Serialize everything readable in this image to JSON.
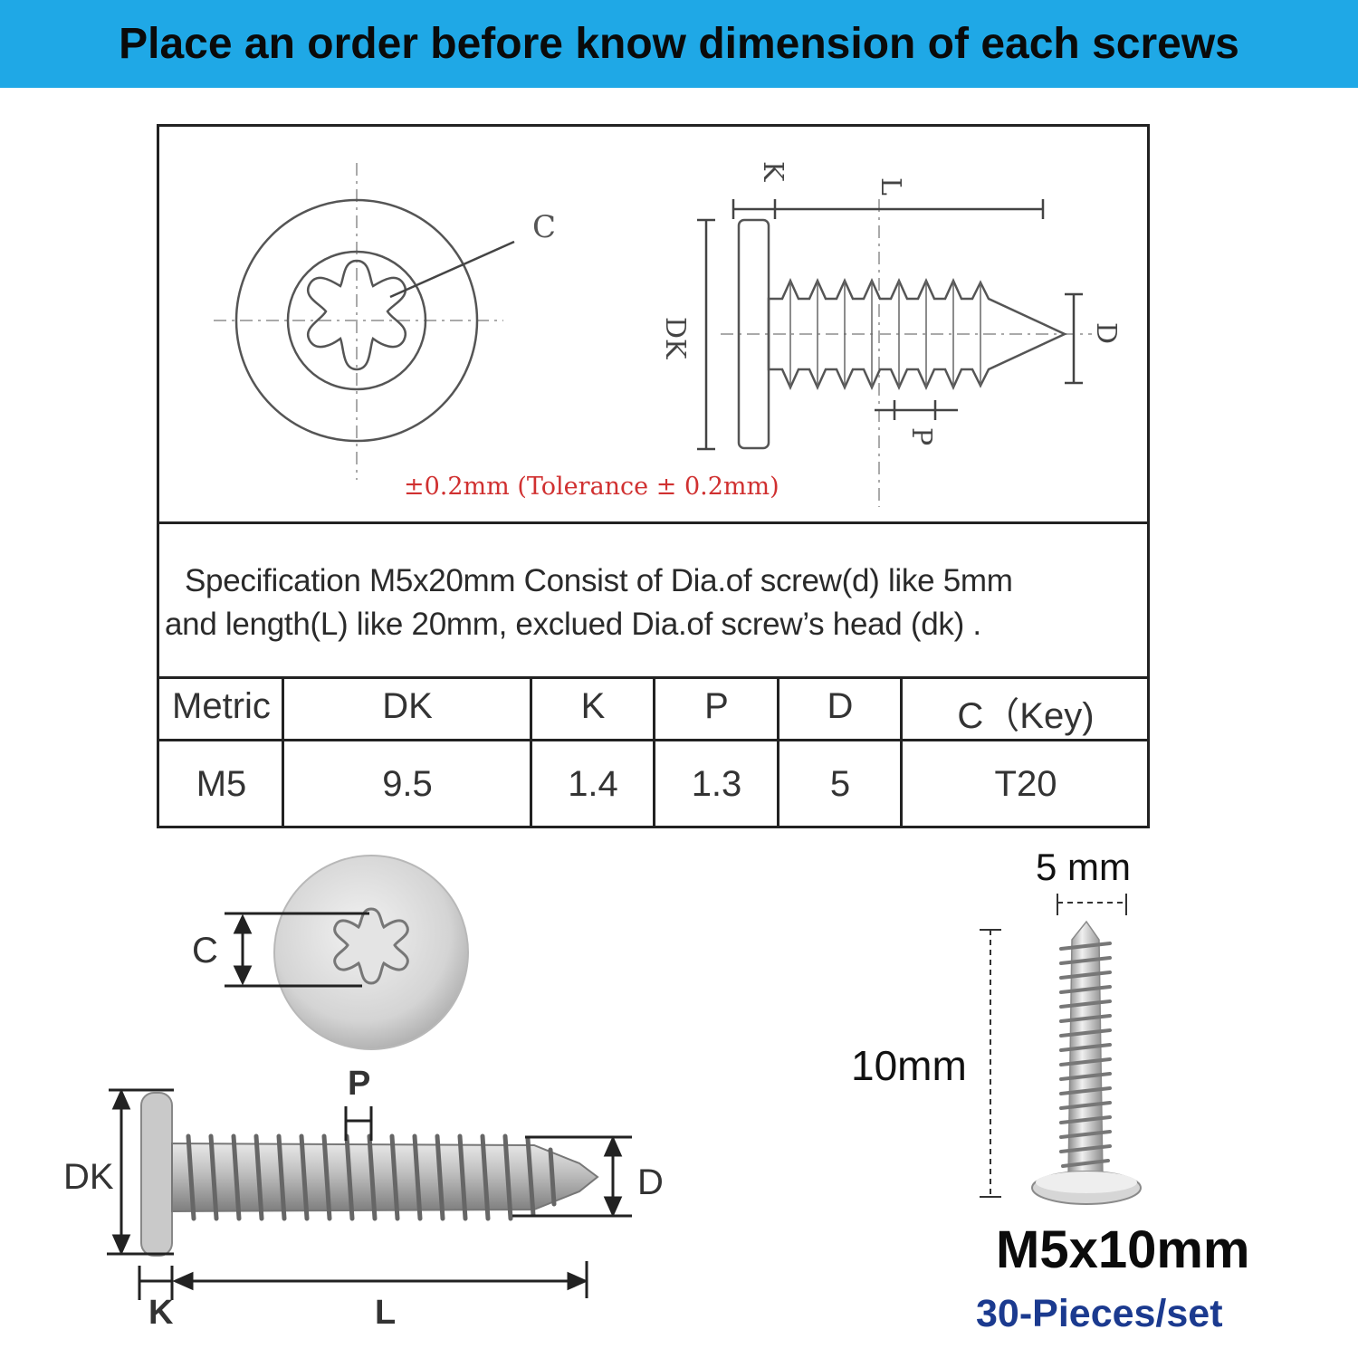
{
  "banner": {
    "title": "Place an order before know dimension of each screws"
  },
  "drawing": {
    "labels": {
      "c": "C",
      "k": "K",
      "l": "L",
      "dk": "DK",
      "d": "D",
      "p": "P"
    },
    "tolerance": "±0.2mm (Tolerance ± 0.2mm)"
  },
  "specification": {
    "line1": "Specification M5x20mm Consist of Dia.of screw(d) like 5mm",
    "line2": "and length(L) like 20mm, exclued Dia.of screw’s head (dk) ."
  },
  "table": {
    "headers": [
      "Metric",
      "DK",
      "K",
      "P",
      "D",
      "C（Key)"
    ],
    "rows": [
      [
        "M5",
        "9.5",
        "1.4",
        "1.3",
        "5",
        "T20"
      ]
    ]
  },
  "photo_labels": {
    "c": "C",
    "p": "P",
    "dk": "DK",
    "d": "D",
    "k": "K",
    "l": "L"
  },
  "product": {
    "width_label": "5 mm",
    "length_label": "10mm",
    "name": "M5x10mm",
    "quantity": "30-Pieces/set"
  },
  "colors": {
    "banner": "#1fa8e6",
    "tolerance": "#d03030",
    "quantity": "#1b3a8f"
  }
}
